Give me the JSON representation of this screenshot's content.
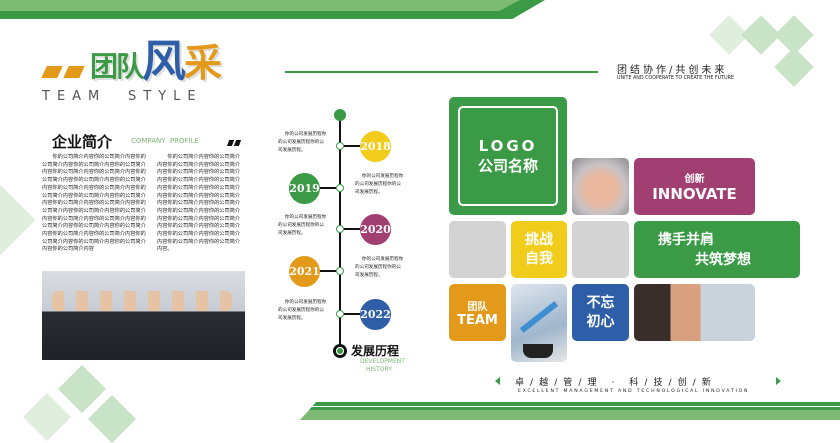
{
  "header": {
    "title_chars": [
      "团",
      "队",
      "风",
      "采"
    ],
    "subtitle_left": "TEAM",
    "subtitle_right": "STYLE"
  },
  "slogan": {
    "cn": "团结协作/共创未来",
    "en": "UNITE AND COOPERATE TO CREATE THE FUTURE"
  },
  "profile": {
    "title": "企业简介",
    "title_en": "COMPANY  PROFILE",
    "col1": "你的公司简介内容你的公司简介内容你的公司简介内容你的公司简介内容你的公司简介内容你的公司简介内容你的公司简介内容你的公司简介内容你的公司简介内容你的公司简介内容你的公司简介内容你的公司简介内容你的公司简介内容你的公司简介内容你的公司简介内容你的公司简介内容你的公司简介内容你的公司简介内容你的公司简介内容你的公司简介内容你的公司简介内容你的公司简介内容你的公司简介内容你的公司简介内容你的公司简介内容你的公司简介内容你的公司简介内容你的公司简介内容你的公司简介内容你的公司简介内容你的公司简介内容",
    "col2": "你的公司简介内容你的公司简介内容你的公司简介内容你的公司简介内容你的公司简介内容你的公司简介内容你的公司简介内容你的公司简介内容你的公司简介内容你的公司简介内容你的公司简介内容你的公司简介内容你的公司简介内容你的公司简介内容你的公司简介内容你的公司简介内容你的公司简介内容你的公司简介内容你的公司简介内容你的公司简介内容你的公司简介内容你的公司简介内容你的公司简介内容你的公司简介内容。"
  },
  "timeline": {
    "title": "发展历程",
    "title_en_1": "DEVELOPMENT",
    "title_en_2": "HISTORY",
    "items": [
      {
        "year": "2018",
        "color": "#f2cc1a",
        "text": "你的公司发展历程你的公司发展历程你的公司发展历程。"
      },
      {
        "year": "2019",
        "color": "#3a9a45",
        "text": "你的公司发展历程你的公司发展历程你的公司发展历程。"
      },
      {
        "year": "2020",
        "color": "#a13f72",
        "text": "你的公司发展历程你的公司发展历程你的公司发展历程。"
      },
      {
        "year": "2021",
        "color": "#e39a1b",
        "text": "你的公司发展历程你的公司发展历程你的公司发展历程。"
      },
      {
        "year": "2022",
        "color": "#2f5ea8",
        "text": "你的公司发展历程你的公司发展历程你的公司发展历程。"
      }
    ]
  },
  "tiles": {
    "logo": "LOGO",
    "company": "公司名称",
    "innovate_cn": "创新",
    "innovate_en": "INNOVATE",
    "challenge_1": "挑战",
    "challenge_2": "自我",
    "hand_1": "携手并肩",
    "hand_2": "共筑梦想",
    "team_cn": "团队",
    "team_en": "TEAM",
    "origin_1": "不忘",
    "origin_2": "初心"
  },
  "footer": {
    "cn": "卓 / 越 / 管 / 理   ·   科 / 技 / 创 / 新",
    "en": "EXCELLENT MANAGEMENT AND TECHNOLOGICAL INNOVATION"
  },
  "colors": {
    "green": "#3a9a45",
    "purple": "#a13f72",
    "yellow": "#f2cc1a",
    "orange": "#e39a1b",
    "blue": "#2f5ea8",
    "grey": "#d3d3d3"
  }
}
